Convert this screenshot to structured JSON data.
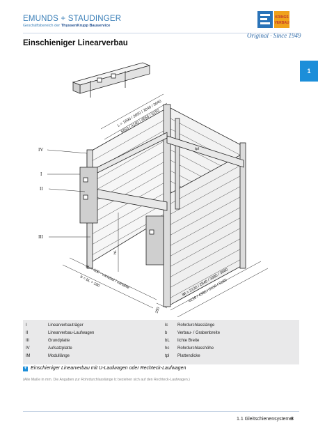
{
  "header": {
    "company_name": "EMUNDS + STAUDINGER",
    "subtitle_prefix": "Geschäftsbereich der ",
    "subtitle_brand": "ThyssenKrupp Bauservice",
    "tagline": "Original · Since 1949",
    "badge_top": "KRINGS",
    "badge_bottom": "VERBAU"
  },
  "page": {
    "title": "Einschieniger Linearverbau",
    "chapter_tab": "1"
  },
  "diagram": {
    "roman_labels": [
      "IV",
      "I",
      "II",
      "III"
    ],
    "dim_top_1": "L = 1890 / 2650 / 3040 / 3640",
    "dim_top_2": "5656 / 4140 / 4656 / 6150",
    "dim_right_1": "lM = 2130 / 2840 / 3380 / 3880",
    "dim_right_2": "4136 / 4380 / 5130 / 5380",
    "dim_left_1": "bL = 600 - variabel / variable",
    "dim_left_2": "b = bL + 180",
    "dim_small": "180",
    "dim_height": "hL",
    "dim_plate": "tpl"
  },
  "legend": {
    "left": [
      {
        "code": "I",
        "text": "Linearverbauträger"
      },
      {
        "code": "II",
        "text": "Linearverbau-Laufwagen"
      },
      {
        "code": "III",
        "text": "Grundplatte"
      },
      {
        "code": "IV",
        "text": "Aufsatzplatte"
      },
      {
        "code": "lM",
        "text": "Modullänge"
      }
    ],
    "right": [
      {
        "code": "lc",
        "text": "Rohrdurchlasslänge"
      },
      {
        "code": "b",
        "text": "Verbau- / Grabenbreite"
      },
      {
        "code": "bL",
        "text": "lichte Breite"
      },
      {
        "code": "hc",
        "text": "Rohrdurchlasshöhe"
      },
      {
        "code": "tpl",
        "text": "Plattendicke"
      }
    ]
  },
  "caption": {
    "icon": "+",
    "text": "Einschieniger Linearverbau mit U-Laufwagen oder Rechteck-Laufwagen",
    "note": "(Alle Maße in mm. Die Angaben zur Rohrdurchlasslänge lc beziehen sich auf den Rechteck-Laufwagen.)"
  },
  "footer": {
    "section": "1.1 Gleitschienensysteme",
    "page_number": "3"
  },
  "colors": {
    "brand_blue": "#3a7fb8",
    "tab_blue": "#1c8ed9",
    "badge_orange": "#f0a21b",
    "legend_bg": "#e9e9ea"
  }
}
